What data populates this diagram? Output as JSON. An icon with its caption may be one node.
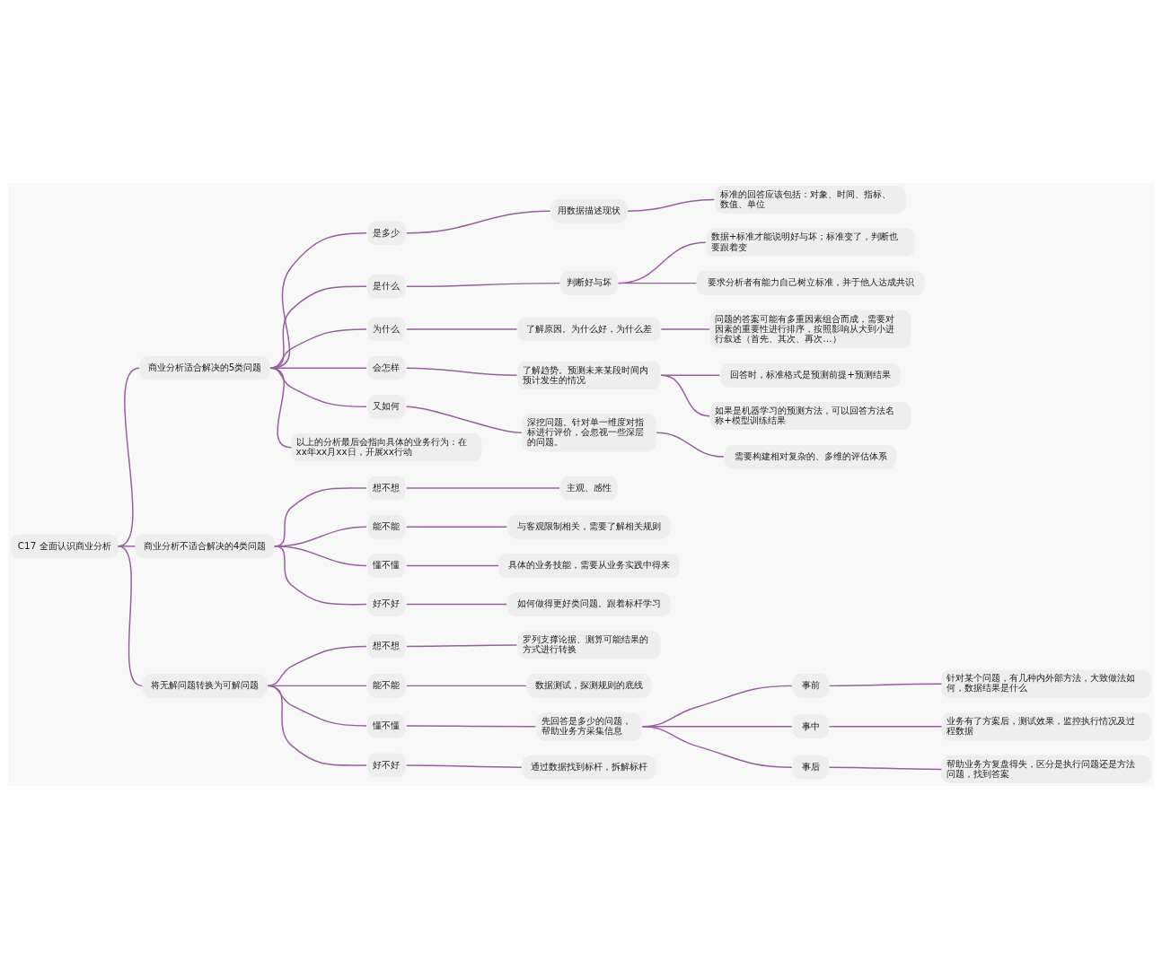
{
  "diagram": {
    "nodes": [
      {
        "text": [
          "C17 全面认识商业分析"
        ]
      },
      {
        "text": [
          "商业分析适合解决的5类问题"
        ]
      },
      {
        "text": [
          "是多少"
        ]
      },
      {
        "text": [
          "用数据描述现状"
        ]
      },
      {
        "text": [
          "标准的回答应该包括：对象、时间、指标、数值、单位"
        ]
      },
      {
        "text": [
          "是什么"
        ]
      },
      {
        "text": [
          "判断好与坏"
        ]
      },
      {
        "text": [
          "数据+标准才能说明好与坏；标准变了，判断也要跟着变"
        ]
      },
      {
        "text": [
          "要求分析者有能力自己树立标准，并于他人达成共识"
        ]
      },
      {
        "text": [
          "为什么"
        ]
      },
      {
        "text": [
          "了解原因。为什么好，为什么差"
        ]
      },
      {
        "text": [
          "问题的答案可能有多重因素组合而成，需要对因素的重要性进行排序，按照影响从大到小进行叙述（首先、其次、再次…）"
        ]
      },
      {
        "text": [
          "会怎样"
        ]
      },
      {
        "text": [
          "了解趋势。预测未来某段时间内预计发生的情况"
        ]
      },
      {
        "text": [
          "回答时，标准格式是预测前提+预测结果"
        ]
      },
      {
        "text": [
          "如果是机器学习的预测方法，可以回答方法名称+模型训练结果"
        ]
      },
      {
        "text": [
          "又如何"
        ]
      },
      {
        "text": [
          "深挖问题。针对单一维度对指标进行评价，会忽视一些深层的问题。"
        ]
      },
      {
        "text": [
          "需要构建相对复杂的、多维的评估体系"
        ]
      },
      {
        "text": [
          "以上的分析最后会指向具体的业务行为：在xx年xx月xx日，开展xx行动"
        ]
      },
      {
        "text": [
          "商业分析不适合解决的4类问题"
        ]
      },
      {
        "text": [
          "想不想"
        ]
      },
      {
        "text": [
          "主观、感性"
        ]
      },
      {
        "text": [
          "能不能"
        ]
      },
      {
        "text": [
          "与客观限制相关，需要了解相关规则"
        ]
      },
      {
        "text": [
          "懂不懂"
        ]
      },
      {
        "text": [
          "具体的业务技能，需要从业务实践中得来"
        ]
      },
      {
        "text": [
          "好不好"
        ]
      },
      {
        "text": [
          "如何做得更好类问题。跟着标杆学习"
        ]
      },
      {
        "text": [
          "将无解问题转换为可解问题"
        ]
      },
      {
        "text": [
          "想不想"
        ]
      },
      {
        "text": [
          "罗列支撑论据、测算可能结果的方式进行转换"
        ]
      },
      {
        "text": [
          "能不能"
        ]
      },
      {
        "text": [
          "数据测试，探测规则的底线"
        ]
      },
      {
        "text": [
          "懂不懂"
        ]
      },
      {
        "text": [
          "先回答是多少的问题，帮助业务方采集信息"
        ]
      },
      {
        "text": [
          "事前"
        ]
      },
      {
        "text": [
          "针对某个问题，有几种内外部方法，大致做法如何，数据结果是什么"
        ]
      },
      {
        "text": [
          "事中"
        ]
      },
      {
        "text": [
          "业务有了方案后，测试效果，监控执行情况及过程数据"
        ]
      },
      {
        "text": [
          "事后"
        ]
      },
      {
        "text": [
          "帮助业务方复盘得失，区分是执行问题还是方法问题，找到答案"
        ]
      },
      {
        "text": [
          "好不好"
        ]
      },
      {
        "text": [
          "通过数据找到标杆，拆解标杆"
        ]
      }
    ],
    "edges": [
      {
        "from": 0,
        "to": 1,
        "arrow": "none"
      },
      {
        "from": 1,
        "to": 2,
        "arrow": "none"
      },
      {
        "from": 2,
        "to": 3,
        "arrow": "none"
      },
      {
        "from": 3,
        "to": 4,
        "arrow": "none"
      },
      {
        "from": 1,
        "to": 5,
        "arrow": "none"
      },
      {
        "from": 5,
        "to": 6,
        "arrow": "none"
      },
      {
        "from": 6,
        "to": 7,
        "arrow": "none"
      },
      {
        "from": 6,
        "to": 8,
        "arrow": "none"
      },
      {
        "from": 1,
        "to": 9,
        "arrow": "none"
      },
      {
        "from": 9,
        "to": 10,
        "arrow": "none"
      },
      {
        "from": 10,
        "to": 11,
        "arrow": "none"
      },
      {
        "from": 1,
        "to": 12,
        "arrow": "none"
      },
      {
        "from": 12,
        "to": 13,
        "arrow": "none"
      },
      {
        "from": 13,
        "to": 14,
        "arrow": "none"
      },
      {
        "from": 13,
        "to": 15,
        "arrow": "none"
      },
      {
        "from": 1,
        "to": 16,
        "arrow": "none"
      },
      {
        "from": 16,
        "to": 17,
        "arrow": "none"
      },
      {
        "from": 17,
        "to": 18,
        "arrow": "none"
      },
      {
        "from": 1,
        "to": 19,
        "arrow": "none"
      },
      {
        "from": 0,
        "to": 20,
        "arrow": "none"
      },
      {
        "from": 20,
        "to": 21,
        "arrow": "none"
      },
      {
        "from": 21,
        "to": 22,
        "arrow": "none"
      },
      {
        "from": 20,
        "to": 23,
        "arrow": "none"
      },
      {
        "from": 23,
        "to": 24,
        "arrow": "none"
      },
      {
        "from": 20,
        "to": 25,
        "arrow": "none"
      },
      {
        "from": 25,
        "to": 26,
        "arrow": "none"
      },
      {
        "from": 20,
        "to": 27,
        "arrow": "none"
      },
      {
        "from": 27,
        "to": 28,
        "arrow": "none"
      },
      {
        "from": 0,
        "to": 29,
        "arrow": "none"
      },
      {
        "from": 29,
        "to": 30,
        "arrow": "none"
      },
      {
        "from": 30,
        "to": 31,
        "arrow": "none"
      },
      {
        "from": 29,
        "to": 32,
        "arrow": "none"
      },
      {
        "from": 32,
        "to": 33,
        "arrow": "none"
      },
      {
        "from": 29,
        "to": 34,
        "arrow": "none"
      },
      {
        "from": 34,
        "to": 35,
        "arrow": "none"
      },
      {
        "from": 35,
        "to": 36,
        "arrow": "none"
      },
      {
        "from": 36,
        "to": 37,
        "arrow": "none"
      },
      {
        "from": 35,
        "to": 38,
        "arrow": "none"
      },
      {
        "from": 38,
        "to": 39,
        "arrow": "none"
      },
      {
        "from": 35,
        "to": 40,
        "arrow": "none"
      },
      {
        "from": 40,
        "to": 41,
        "arrow": "none"
      },
      {
        "from": 29,
        "to": 42,
        "arrow": "none"
      },
      {
        "from": 42,
        "to": 43,
        "arrow": "none"
      }
    ]
  }
}
